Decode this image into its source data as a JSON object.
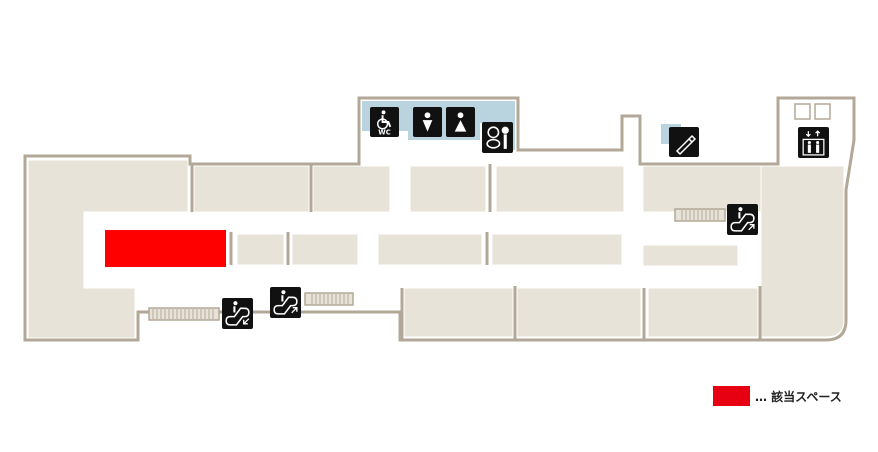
{
  "map": {
    "colors": {
      "wall": "#b3a897",
      "store": "#e8e3d9",
      "highlight": "#ff0000",
      "restroom_area": "#b9d3df",
      "icon_bg": "#111111",
      "corridor": "#ffffff"
    },
    "highlighted_space": {
      "label": "該当スペース"
    },
    "facilities": [
      {
        "name": "accessible-wc",
        "label": "WC"
      },
      {
        "name": "mens-restroom"
      },
      {
        "name": "womens-restroom"
      },
      {
        "name": "powder-room"
      },
      {
        "name": "nursing-room"
      },
      {
        "name": "elevator"
      },
      {
        "name": "escalator-down-left"
      },
      {
        "name": "escalator-up-center"
      },
      {
        "name": "escalator-up-right"
      }
    ]
  },
  "legend": {
    "swatch_color": "#e60012",
    "text": "… 該当スペース"
  }
}
